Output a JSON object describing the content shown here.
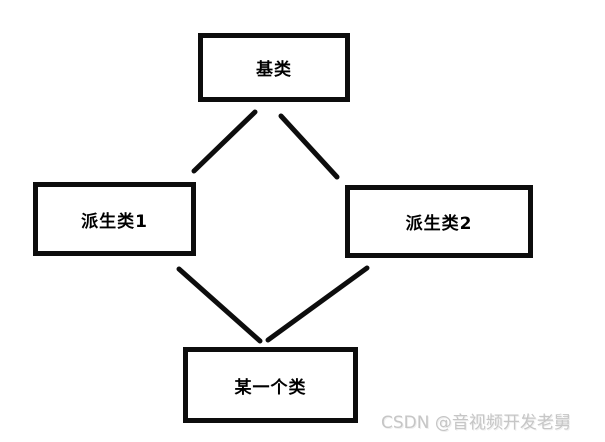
{
  "diagram": {
    "type": "class-inheritance-diagram",
    "nodes": [
      {
        "id": "base",
        "label": "基类"
      },
      {
        "id": "derived1",
        "label": "派生类1"
      },
      {
        "id": "derived2",
        "label": "派生类2"
      },
      {
        "id": "some",
        "label": "某一个类"
      }
    ],
    "edges": [
      {
        "from": "base",
        "to": "derived1"
      },
      {
        "from": "base",
        "to": "derived2"
      },
      {
        "from": "derived1",
        "to": "some"
      },
      {
        "from": "derived2",
        "to": "some"
      }
    ],
    "colors": {
      "background": "#ffffff",
      "box_border": "#0d0d0d",
      "box_fill": "#ffffff",
      "edge_line": "#0d0d0d",
      "watermark": "#c6c6c6"
    }
  },
  "watermark": {
    "text": "CSDN @音视频开发老舅"
  }
}
